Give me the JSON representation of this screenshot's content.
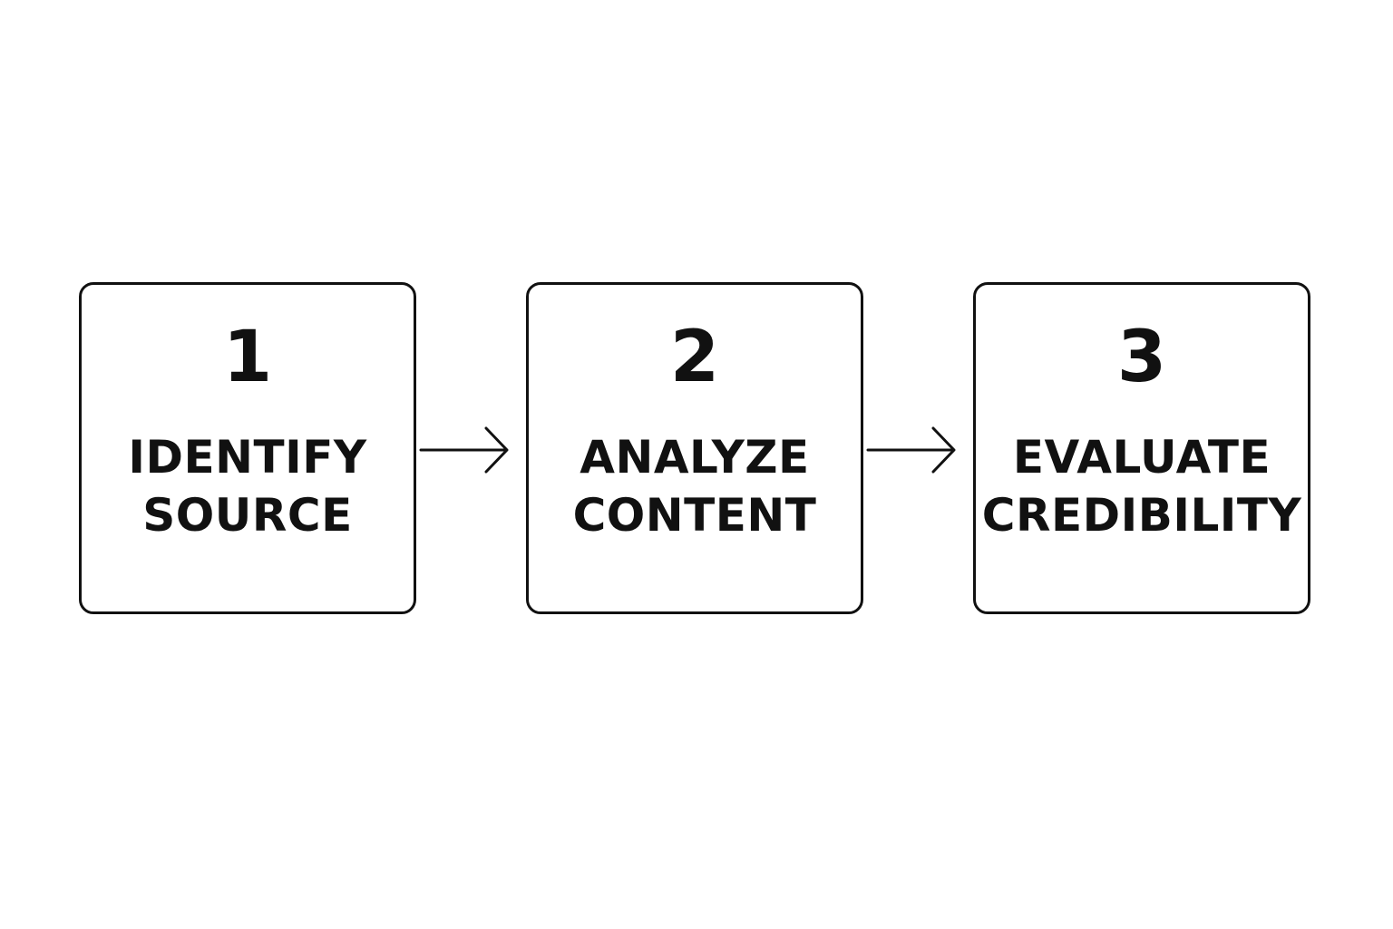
{
  "steps": [
    {
      "number": "1",
      "line1": "IDENTIFY",
      "line2": "SOURCE"
    },
    {
      "number": "2",
      "line1": "ANALYZE",
      "line2": "CONTENT"
    },
    {
      "number": "3",
      "line1": "EVALUATE",
      "line2": "CREDIBILITY"
    }
  ],
  "style": {
    "stroke_color": "#111111",
    "background": "#ffffff"
  },
  "icons": [
    "arrow-right-icon",
    "arrow-right-icon"
  ]
}
